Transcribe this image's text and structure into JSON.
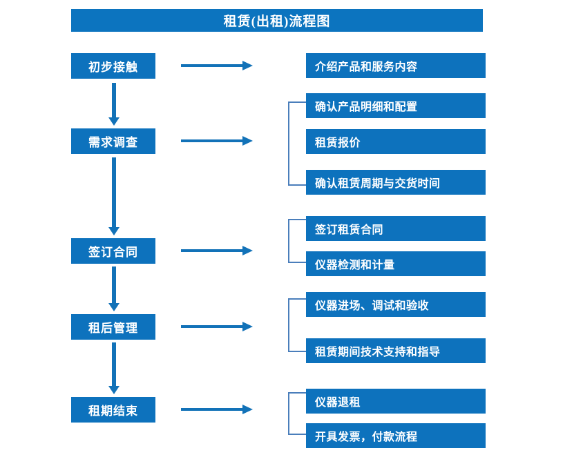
{
  "title": "租赁(出租)流程图",
  "colors": {
    "box_blue": "#0d72bd",
    "title_blue": "#0c74bf",
    "arrow_blue": "#1272b8",
    "bracket_blue": "#4a7ebb",
    "text_white": "#ffffff",
    "background": "#ffffff"
  },
  "stages": [
    {
      "label": "初步接触"
    },
    {
      "label": "需求调查"
    },
    {
      "label": "签订合同"
    },
    {
      "label": "租后管理"
    },
    {
      "label": "租期结束"
    }
  ],
  "details": [
    {
      "label": "介绍产品和服务内容"
    },
    {
      "label": "确认产品明细和配置"
    },
    {
      "label": "租赁报价"
    },
    {
      "label": "确认租赁周期与交货时间"
    },
    {
      "label": "签订租赁合同"
    },
    {
      "label": "仪器检测和计量"
    },
    {
      "label": "仪器进场、调试和验收"
    },
    {
      "label": "租赁期间技术支持和指导"
    },
    {
      "label": "仪器退租"
    },
    {
      "label": "开具发票，付款流程"
    }
  ],
  "groups": [
    {
      "name": "需求调查-group",
      "detail_indices": [
        1,
        2,
        3
      ]
    },
    {
      "name": "签订合同-group",
      "detail_indices": [
        4,
        5
      ]
    },
    {
      "name": "租后管理-group",
      "detail_indices": [
        6,
        7
      ]
    },
    {
      "name": "租期结束-group",
      "detail_indices": [
        8,
        9
      ]
    }
  ]
}
